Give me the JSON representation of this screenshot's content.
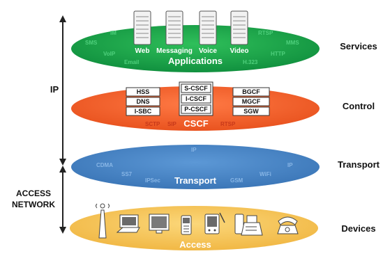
{
  "side_labels": {
    "ip": "IP",
    "access_network_line1": "ACCESS",
    "access_network_line2": "NETWORK"
  },
  "layers": {
    "services": {
      "row_label": "Services",
      "title": "Applications",
      "color": "#16a34a",
      "servers": [
        "Web",
        "Messaging",
        "Voice",
        "Video"
      ],
      "watermarks": [
        "IM",
        "SMS",
        "VoIP",
        "Email",
        "RTSP",
        "MMS",
        "HTTP",
        "H.323"
      ]
    },
    "control": {
      "row_label": "Control",
      "title": "CSCF",
      "color": "#f4632b",
      "left_boxes": [
        "HSS",
        "DNS",
        "I-SBC"
      ],
      "center_boxes": [
        "S-CSCF",
        "I-CSCF",
        "P-CSCF"
      ],
      "right_boxes": [
        "BGCF",
        "MGCF",
        "SGW"
      ],
      "protocols": [
        "SCTP",
        "SIP",
        "RTSP"
      ]
    },
    "transport": {
      "row_label": "Transport",
      "title": "Transport",
      "color": "#4a86c5",
      "watermarks": [
        "IP",
        "CDMA",
        "SS7",
        "IPSec",
        "GSM",
        "WiFi",
        "IP"
      ]
    },
    "access": {
      "row_label": "Devices",
      "title": "Access",
      "color": "#f6c65a",
      "devices": [
        "antenna-tower",
        "laptop",
        "monitor",
        "mobile-phone",
        "pda",
        "fax-machine",
        "desk-phone"
      ]
    }
  }
}
